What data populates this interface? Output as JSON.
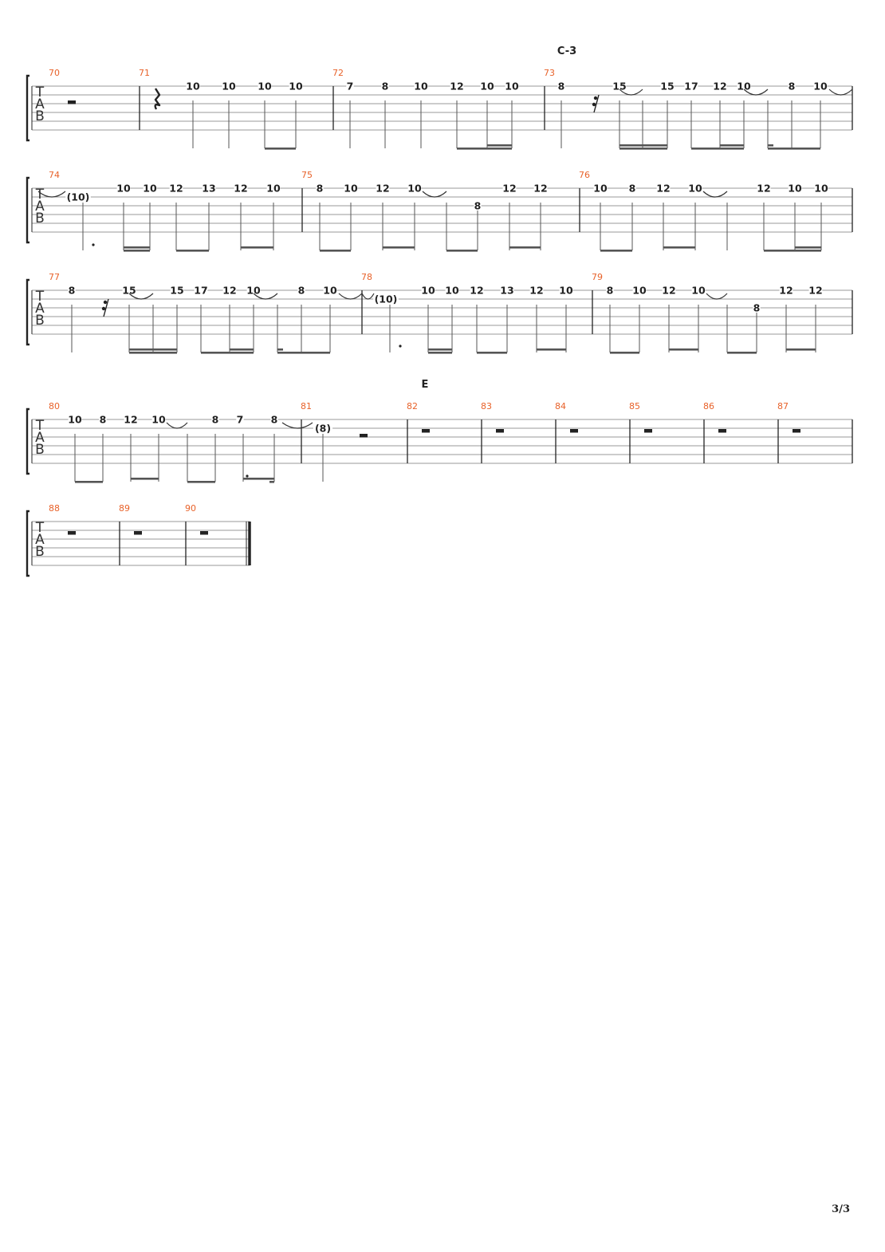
{
  "page": {
    "number_label": "3/3"
  },
  "colors": {
    "measure_number": "#e8622a",
    "staff_line": "#9a9a9a",
    "ink": "#222222"
  },
  "systems": [
    {
      "section_label": "C-3",
      "measures": [
        {
          "number": "70",
          "notes": [],
          "rest": "half"
        },
        {
          "number": "71",
          "notes": [
            "10",
            "10",
            "10",
            "10"
          ],
          "rest": "quarter"
        },
        {
          "number": "72",
          "notes": [
            "7",
            "8",
            "10",
            "12",
            "10",
            "10"
          ]
        },
        {
          "number": "73",
          "notes": [
            "8",
            "15",
            "15",
            "17",
            "12",
            "10",
            "8",
            "10"
          ],
          "rest": "sixteenth"
        }
      ]
    },
    {
      "section_label": "",
      "measures": [
        {
          "number": "74",
          "notes": [
            "(10)",
            "10",
            "10",
            "12",
            "13",
            "12",
            "10"
          ]
        },
        {
          "number": "75",
          "notes": [
            "8",
            "10",
            "12",
            "10",
            "8",
            "12",
            "12"
          ]
        },
        {
          "number": "76",
          "notes": [
            "10",
            "8",
            "12",
            "10",
            "12",
            "10",
            "10"
          ]
        }
      ]
    },
    {
      "section_label": "",
      "measures": [
        {
          "number": "77",
          "notes": [
            "8",
            "15",
            "15",
            "17",
            "12",
            "10",
            "8",
            "10"
          ],
          "rest": "sixteenth"
        },
        {
          "number": "78",
          "notes": [
            "(10)",
            "10",
            "10",
            "12",
            "13",
            "12",
            "10"
          ]
        },
        {
          "number": "79",
          "notes": [
            "8",
            "10",
            "12",
            "10",
            "8",
            "12",
            "12"
          ]
        }
      ]
    },
    {
      "section_label": "E",
      "measures": [
        {
          "number": "80",
          "notes": [
            "10",
            "8",
            "12",
            "10",
            "8",
            "7",
            "8"
          ]
        },
        {
          "number": "81",
          "notes": [
            "(8)"
          ],
          "rest": "half"
        },
        {
          "number": "82",
          "notes": [],
          "rest": "whole"
        },
        {
          "number": "83",
          "notes": [],
          "rest": "whole"
        },
        {
          "number": "84",
          "notes": [],
          "rest": "whole"
        },
        {
          "number": "85",
          "notes": [],
          "rest": "whole"
        },
        {
          "number": "86",
          "notes": [],
          "rest": "whole"
        },
        {
          "number": "87",
          "notes": [],
          "rest": "whole"
        }
      ]
    },
    {
      "section_label": "",
      "measures": [
        {
          "number": "88",
          "notes": [],
          "rest": "whole"
        },
        {
          "number": "89",
          "notes": [],
          "rest": "whole"
        },
        {
          "number": "90",
          "notes": [],
          "rest": "whole"
        }
      ]
    }
  ]
}
